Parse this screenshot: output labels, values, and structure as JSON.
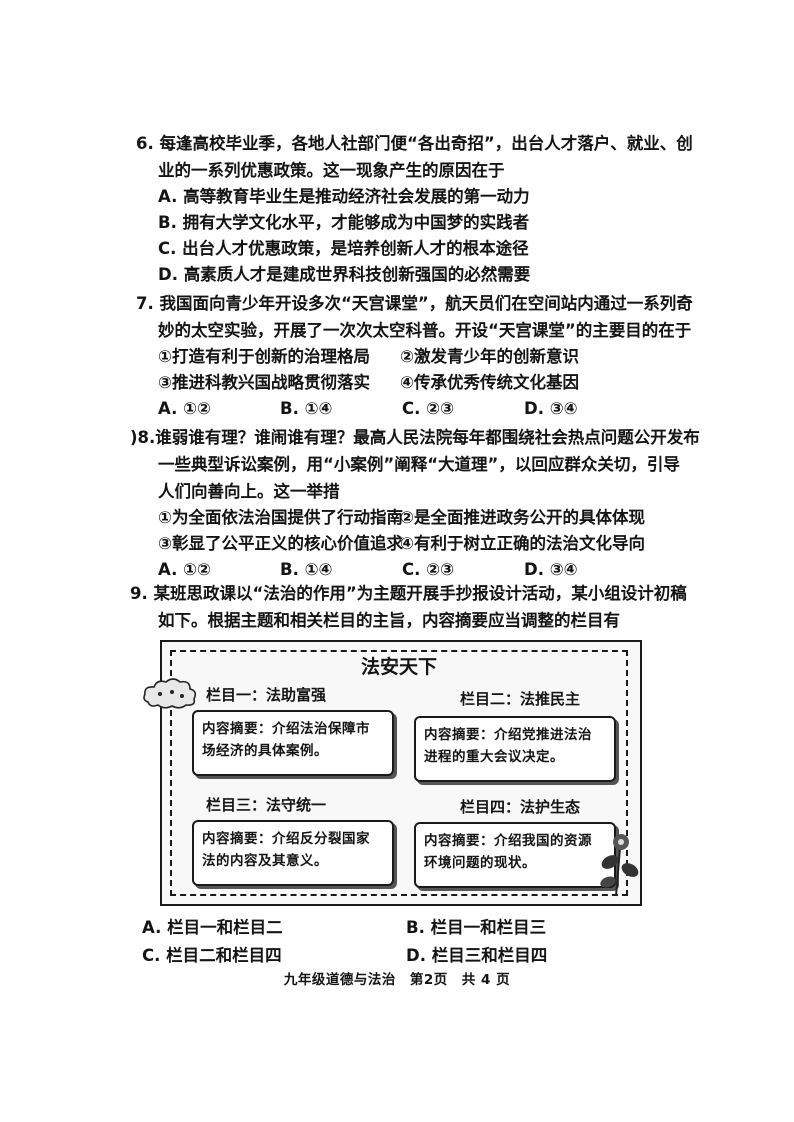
{
  "q6": {
    "number": "6.",
    "line1": "每逢高校毕业季，各地人社部门便“各出奇招”，出台人才落户、就业、创",
    "line2": "业的一系列优惠政策。这一现象产生的原因在于",
    "options": [
      "A. 高等教育毕业生是推动经济社会发展的第一动力",
      "B. 拥有大学文化水平，才能够成为中国梦的实践者",
      "C. 出台人才优惠政策，是培养创新人才的根本途径",
      "D. 高素质人才是建成世界科技创新强国的必然需要"
    ]
  },
  "q7": {
    "number": "7.",
    "line1": "我国面向青少年开设多次“天宫课堂”，航天员们在空间站内通过一系列奇",
    "line2": "妙的太空实验，开展了一次次太空科普。开设“天宫课堂”的主要目的在于",
    "statements": [
      "①打造有利于创新的治理格局",
      "②激发青少年的创新意识",
      "③推进科教兴国战略贯彻落实",
      "④传承优秀传统文化基因"
    ],
    "choices": [
      "A. ①②",
      "B. ①④",
      "C. ②③",
      "D. ③④"
    ]
  },
  "q8": {
    "number": ")8.",
    "line1": "谁弱谁有理？谁闹谁有理？最高人民法院每年都围绕社会热点问题公开发布",
    "line2": "一些典型诉讼案例，用“小案例”阐释“大道理”，以回应群众关切，引导",
    "line3": "人们向善向上。这一举措",
    "statements": [
      "①为全面依法治国提供了行动指南",
      "②是全面推进政务公开的具体体现",
      "③彰显了公平正义的核心价值追求",
      "④有利于树立正确的法治文化导向"
    ],
    "choices": [
      "A. ①②",
      "B. ①④",
      "C. ②③",
      "D. ③④"
    ]
  },
  "q9": {
    "number": "9.",
    "line1": "某班思政课以“法治的作用”为主题开展手抄报设计活动，某小组设计初稿",
    "line2": "如下。根据主题和相关栏目的主旨，内容摘要应当调整的栏目有",
    "figure": {
      "title": "法安天下",
      "columns": [
        {
          "title": "栏目一：法助富强",
          "line1": "内容摘要：介绍法治保障市",
          "line2": "场经济的具体案例。"
        },
        {
          "title": "栏目二：法推民主",
          "line1": "内容摘要：介绍党推进法治",
          "line2": "进程的重大会议决定。"
        },
        {
          "title": "栏目三：法守统一",
          "line1": "内容摘要：介绍反分裂国家",
          "line2": "法的内容及其意义。"
        },
        {
          "title": "栏目四：法护生态",
          "line1": "内容摘要：介绍我国的资源",
          "line2": "环境问题的现状。"
        }
      ]
    },
    "options": [
      "A. 栏目一和栏目二",
      "B. 栏目一和栏目三",
      "C. 栏目二和栏目四",
      "D. 栏目三和栏目四"
    ]
  },
  "footer": "九年级道德与法治　第2页　共 4 页"
}
